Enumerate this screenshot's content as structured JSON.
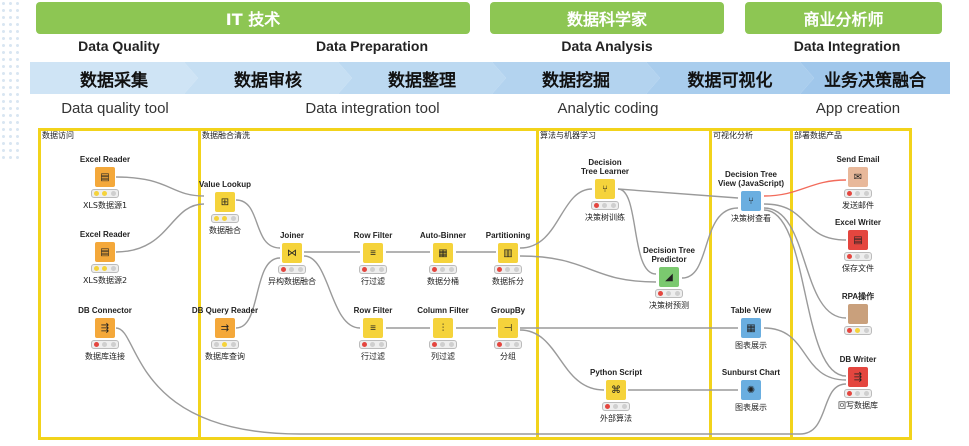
{
  "categories": [
    "IT 技术",
    "数据科学家",
    "商业分析师"
  ],
  "roles": [
    "Data Quality",
    "Data Preparation",
    "Data Analysis",
    "Data Integration"
  ],
  "stages": [
    "数据采集",
    "数据审核",
    "数据整理",
    "数据挖掘",
    "数据可视化",
    "业务决策融合"
  ],
  "tools": [
    "Data quality tool",
    "Data integration tool",
    "Analytic coding",
    "App creation"
  ],
  "groups": [
    "数据访问",
    "数据融合清洗",
    "算法与机器学习",
    "可视化分析",
    "部署数据产品"
  ],
  "colors": {
    "accent_green": "#8dc653",
    "chevron_blue": "#b8d9f2",
    "box_yellow": "#f2d31b"
  },
  "nodes": {
    "excel1": {
      "title": "Excel Reader",
      "label": "XLS数据源1",
      "icon": "excel-icon"
    },
    "excel2": {
      "title": "Excel Reader",
      "label": "XLS数据源2",
      "icon": "excel-icon"
    },
    "dbconn": {
      "title": "DB Connector",
      "label": "数据库连接",
      "icon": "db-connector-icon"
    },
    "lookup": {
      "title": "Value Lookup",
      "label": "数据融合",
      "icon": "lookup-icon"
    },
    "dbquery": {
      "title": "DB Query Reader",
      "label": "数据库查询",
      "icon": "db-query-icon"
    },
    "joiner": {
      "title": "Joiner",
      "label": "异构数据融合",
      "icon": "joiner-icon"
    },
    "rowf1": {
      "title": "Row Filter",
      "label": "行过滤",
      "icon": "filter-icon"
    },
    "rowf2": {
      "title": "Row Filter",
      "label": "行过滤",
      "icon": "filter-icon"
    },
    "binner": {
      "title": "Auto-Binner",
      "label": "数据分桶",
      "icon": "binner-icon"
    },
    "colf": {
      "title": "Column Filter",
      "label": "列过滤",
      "icon": "column-filter-icon"
    },
    "part": {
      "title": "Partitioning",
      "label": "数据拆分",
      "icon": "partition-icon"
    },
    "groupby": {
      "title": "GroupBy",
      "label": "分组",
      "icon": "groupby-icon"
    },
    "dtl": {
      "title": "Decision\nTree Learner",
      "label": "决策树训练",
      "icon": "tree-icon"
    },
    "dtp": {
      "title": "Decision Tree\nPredictor",
      "label": "决策树预测",
      "icon": "predictor-icon"
    },
    "py": {
      "title": "Python Script",
      "label": "外部算法",
      "icon": "python-icon"
    },
    "dtv": {
      "title": "Decision Tree\nView (JavaScript)",
      "label": "决策树查看",
      "icon": "tree-view-icon"
    },
    "table": {
      "title": "Table View",
      "label": "图表展示",
      "icon": "table-icon"
    },
    "sunburst": {
      "title": "Sunburst Chart",
      "label": "图表展示",
      "icon": "sunburst-icon"
    },
    "email": {
      "title": "Send Email",
      "label": "发送邮件",
      "icon": "email-icon"
    },
    "xlsw": {
      "title": "Excel Writer",
      "label": "保存文件",
      "icon": "excel-writer-icon"
    },
    "rpa": {
      "title": "RPA操作",
      "label": "",
      "icon": "rpa-icon"
    },
    "dbw": {
      "title": "DB Writer",
      "label": "回写数据库",
      "icon": "db-writer-icon"
    }
  }
}
